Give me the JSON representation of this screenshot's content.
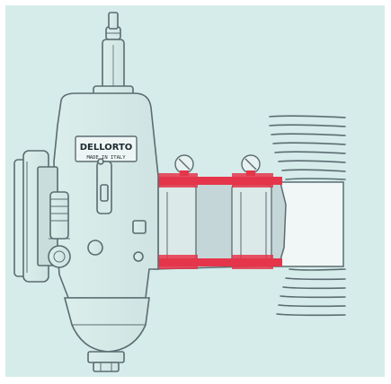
{
  "diagram": {
    "brand_plate": {
      "brand": "DELLORTO",
      "subtitle": "MADE IN ITALY"
    },
    "colors": {
      "background": "#d5ecea",
      "line": "#5b6c70",
      "clamp": "#e5354a",
      "manifold_fill": "#bfcfd0"
    },
    "components": [
      "carburetor",
      "intake-manifold",
      "clamp",
      "engine-cylinder-fins"
    ]
  }
}
